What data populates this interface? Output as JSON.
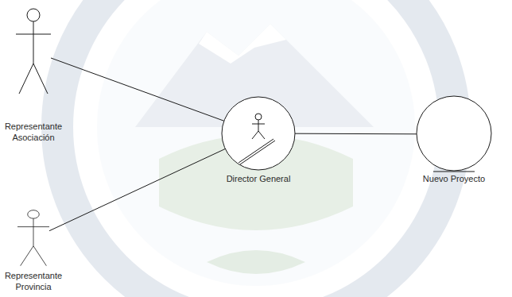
{
  "diagram": {
    "nodes": [
      {
        "text": [
          "Representante Asociación"
        ]
      },
      {
        "text": [
          "Representante Provincia"
        ]
      },
      {
        "text": [
          "Director General"
        ]
      },
      {
        "text": [
          "Nuevo Proyecto"
        ]
      }
    ],
    "edges": [
      {
        "from": 0,
        "to": 2,
        "arrow": "none"
      },
      {
        "from": 1,
        "to": 2,
        "arrow": "none"
      },
      {
        "from": 2,
        "to": 3,
        "arrow": "none"
      }
    ]
  }
}
